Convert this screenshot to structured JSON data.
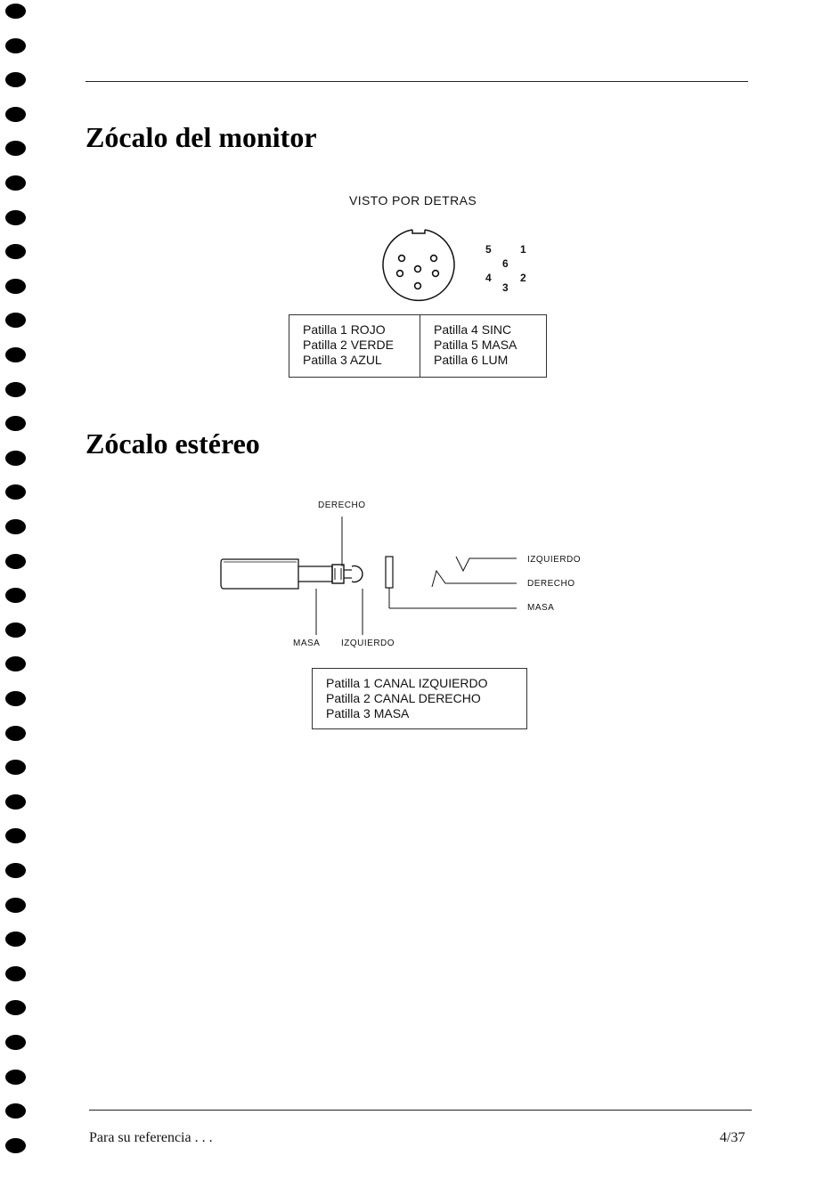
{
  "monitor": {
    "title": "Zócalo del monitor",
    "caption": "VISTO POR DETRAS",
    "pin_labels": [
      "5",
      "1",
      "6",
      "4",
      "2",
      "3"
    ],
    "table": {
      "left": [
        "Patilla 1 ROJO",
        "Patilla 2 VERDE",
        "Patilla 3 AZUL"
      ],
      "right": [
        "Patilla 4 SINC",
        "Patilla 5 MASA",
        "Patilla 6 LUM"
      ]
    }
  },
  "stereo": {
    "title": "Zócalo estéreo",
    "plug_labels": {
      "top": "DERECHO",
      "bottom_left": "MASA",
      "bottom_right": "IZQUIERDO"
    },
    "socket_labels": [
      "IZQUIERDO",
      "DERECHO",
      "MASA"
    ],
    "table": [
      "Patilla 1 CANAL IZQUIERDO",
      "Patilla 2 CANAL DERECHO",
      "Patilla 3 MASA"
    ]
  },
  "footer": {
    "left": "Para su referencia . . .",
    "right": "4/37"
  }
}
